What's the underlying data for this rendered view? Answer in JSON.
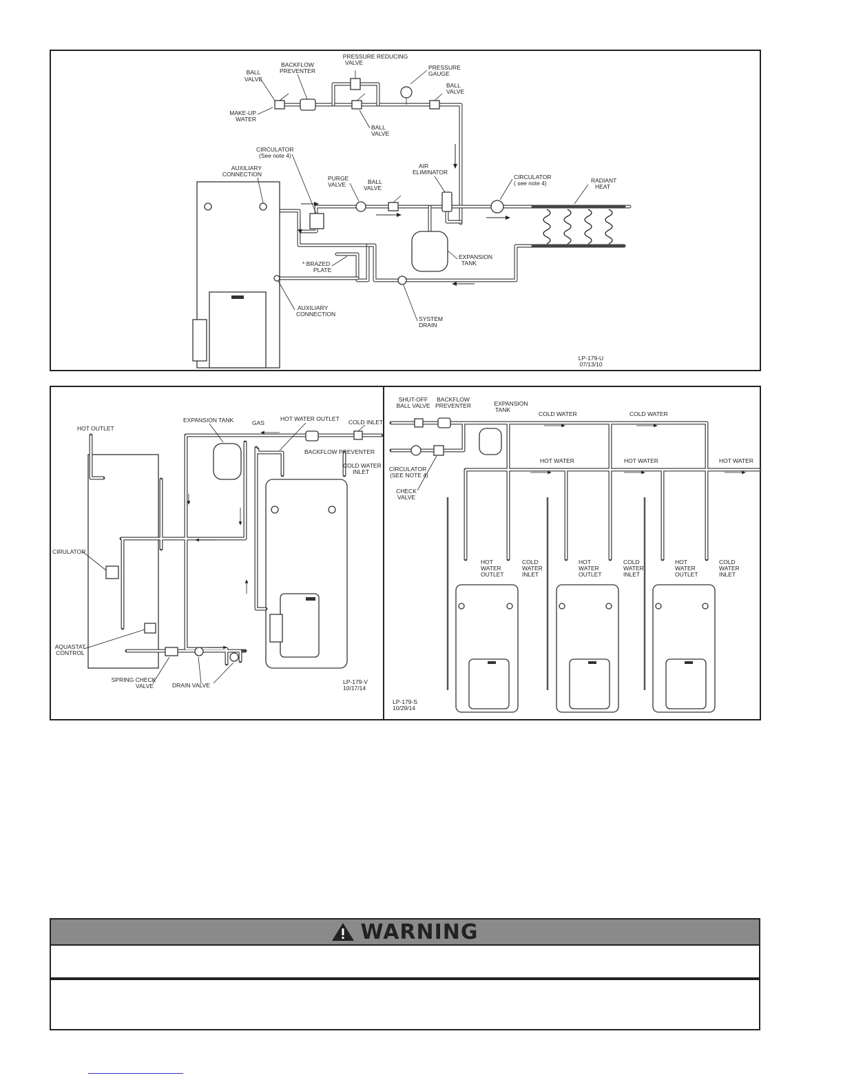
{
  "diagram_top": {
    "labels": {
      "ball_valve_1": [
        "BALL",
        "VALVE"
      ],
      "backflow_preventer": [
        "BACKFLOW",
        "PREVENTER"
      ],
      "pressure_reducing_valve": [
        "PRESSURE REDUCING",
        "VALVE"
      ],
      "pressure_gauge": [
        "PRESSURE",
        "GAUGE"
      ],
      "ball_valve_2": [
        "BALL",
        "VALVE"
      ],
      "make_up_water": [
        "MAKE-UP",
        "WATER"
      ],
      "ball_valve_3": [
        "BALL",
        "VALVE"
      ],
      "circulator_1": [
        "CIRCULATOR",
        "(See note 4)"
      ],
      "auxiliary_connection_1": [
        "AUXILIARY",
        "CONNECTION"
      ],
      "purge_valve": [
        "PURGE",
        "VALVE"
      ],
      "ball_valve_4": [
        "BALL",
        "VALVE"
      ],
      "air_eliminator": [
        "AIR",
        "ELIMINATOR"
      ],
      "circulator_2": [
        "CIRCULATOR",
        "( see note 4)"
      ],
      "radiant_heat": [
        "RADIANT",
        "HEAT"
      ],
      "brazed_plate": [
        "* BRAZED",
        "PLATE"
      ],
      "expansion_tank": [
        "EXPANSION",
        "TANK"
      ],
      "auxiliary_connection_2": [
        "AUXILIARY",
        "CONNECTION"
      ],
      "system_drain": [
        "SYSTEM",
        "DRAIN"
      ]
    },
    "code": [
      "LP-179-U",
      "07/13/10"
    ]
  },
  "diagram_left": {
    "labels": {
      "hot_outlet": "HOT OUTLET",
      "expansion_tank": "EXPANSION TANK",
      "gas": "GAS",
      "hot_water_outlet": "HOT WATER OUTLET",
      "cold_inlet": "COLD INLET",
      "backflow_preventer": "BACKFLOW PREVENTER",
      "cold_water_inlet": [
        "COLD WATER",
        "INLET"
      ],
      "cirulator": "CIRULATOR",
      "aquastat_control": [
        "AQUASTAT",
        "CONTROL"
      ],
      "spring_check_valve": [
        "SPRING CHECK",
        "VALVE"
      ],
      "drain_valve": "DRAIN VALVE"
    },
    "code": [
      "LP-179-V",
      "10/17/14"
    ]
  },
  "diagram_right": {
    "labels": {
      "shut_off_ball_valve": [
        "SHUT-OFF",
        "BALL VALVE"
      ],
      "backflow_preventer": [
        "BACKFLOW",
        "PREVENTER"
      ],
      "expansion_tank": [
        "EXPANSION",
        "TANK"
      ],
      "cold_water": "COLD WATER",
      "hot_water": "HOT WATER",
      "circulator": [
        "CIRCULATOR",
        "(SEE NOTE 4)"
      ],
      "check_valve": [
        "CHECK",
        "VALVE"
      ],
      "hot_water_outlet": [
        "HOT",
        "WATER",
        "OUTLET"
      ],
      "cold_water_inlet": [
        "COLD",
        "WATER",
        "INLET"
      ]
    },
    "code": [
      "LP-179-S",
      "10/29/14"
    ]
  },
  "warning": {
    "title": "WARNING",
    "icon": "warning-triangle-icon"
  }
}
